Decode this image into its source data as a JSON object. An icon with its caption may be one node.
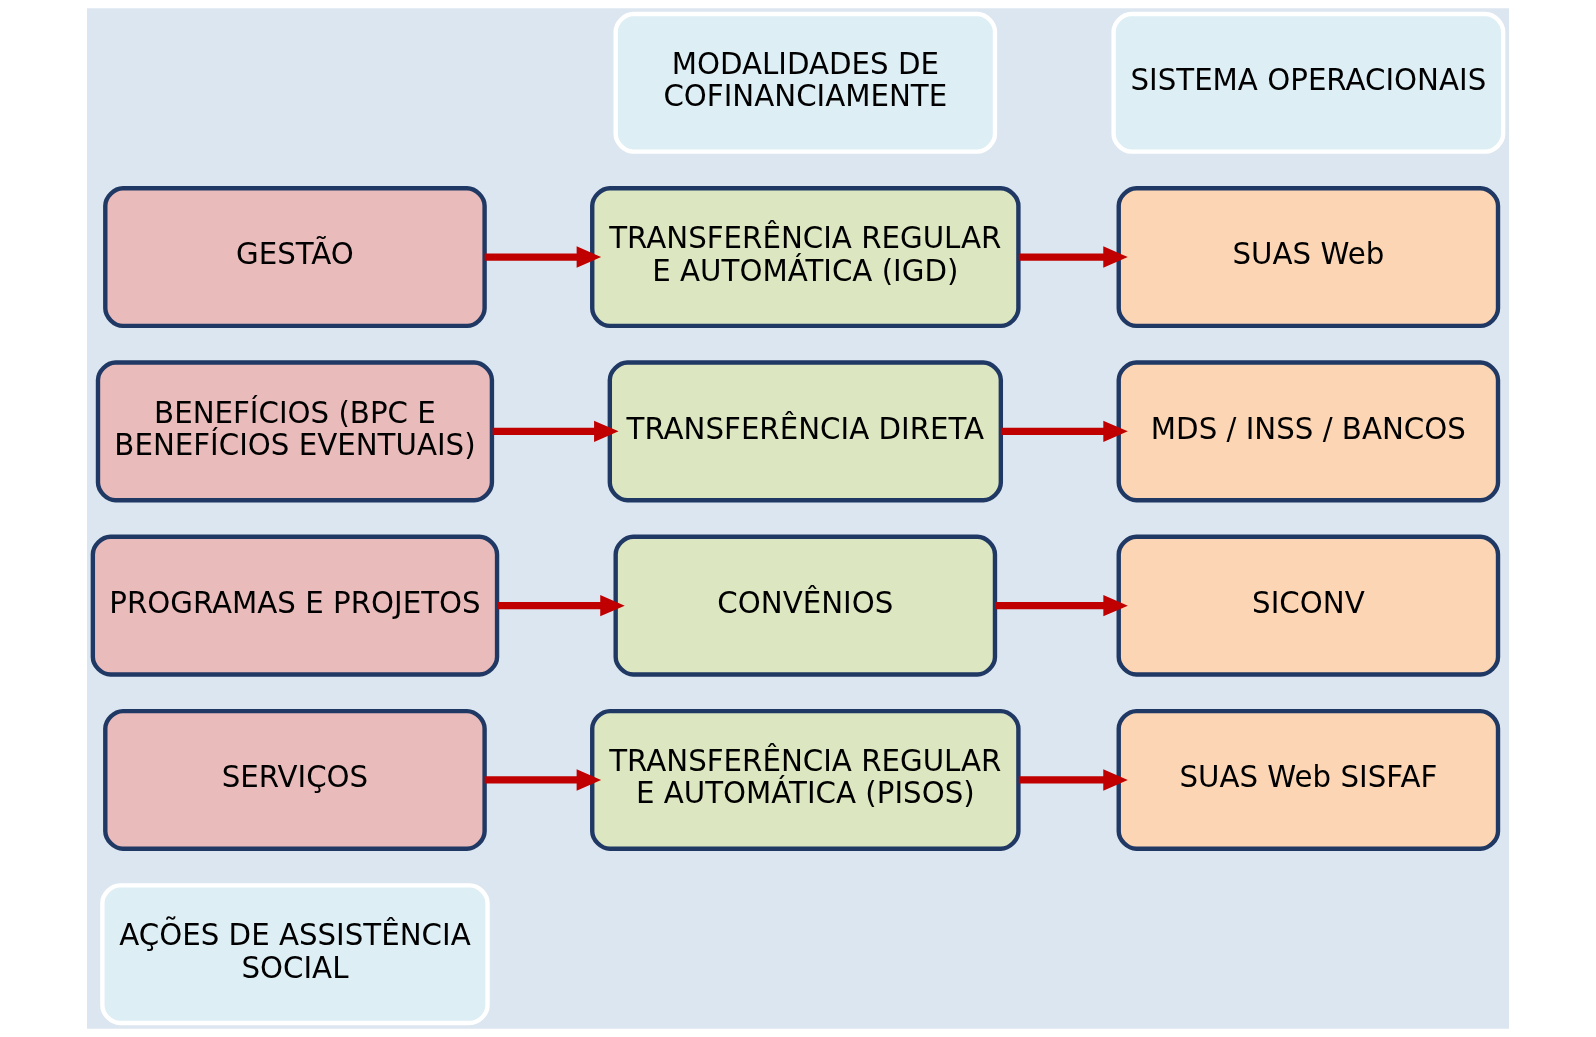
{
  "diagram": {
    "nodes": [
      {
        "text": [
          "AÇÕES DE ASSISTÊNCIA SOCIAL"
        ]
      },
      {
        "text": [
          "MODALIDADES DE COFINANCIAMENTE"
        ]
      },
      {
        "text": [
          "SISTEMA OPERACIONAIS"
        ]
      },
      {
        "text": [
          "SERVIÇOS"
        ]
      },
      {
        "text": [
          "TRANSFERÊNCIA REGULAR E AUTOMÁTICA (PISOS)"
        ]
      },
      {
        "text": [
          "SUAS Web SISFAF"
        ]
      },
      {
        "text": [
          "PROGRAMAS E PROJETOS"
        ]
      },
      {
        "text": [
          "CONVÊNIOS"
        ]
      },
      {
        "text": [
          "SICONV"
        ]
      },
      {
        "text": [
          "BENEFÍCIOS (BPC E BENEFÍCIOS EVENTUAIS)"
        ]
      },
      {
        "text": [
          "TRANSFERÊNCIA DIRETA"
        ]
      },
      {
        "text": [
          "MDS / INSS / BANCOS"
        ]
      },
      {
        "text": [
          "GESTÃO"
        ]
      },
      {
        "text": [
          "TRANSFERÊNCIA REGULAR E AUTOMÁTICA (IGD)"
        ]
      },
      {
        "text": [
          "SUAS Web"
        ]
      }
    ],
    "edges": [
      {
        "from": 3,
        "to": 4,
        "arrow": "to"
      },
      {
        "from": 4,
        "to": 5,
        "arrow": "to"
      },
      {
        "from": 6,
        "to": 7,
        "arrow": "to"
      },
      {
        "from": 7,
        "to": 8,
        "arrow": "to"
      },
      {
        "from": 9,
        "to": 10,
        "arrow": "to"
      },
      {
        "from": 10,
        "to": 11,
        "arrow": "to"
      },
      {
        "from": 12,
        "to": 13,
        "arrow": "to"
      },
      {
        "from": 13,
        "to": 14,
        "arrow": "to"
      }
    ]
  }
}
